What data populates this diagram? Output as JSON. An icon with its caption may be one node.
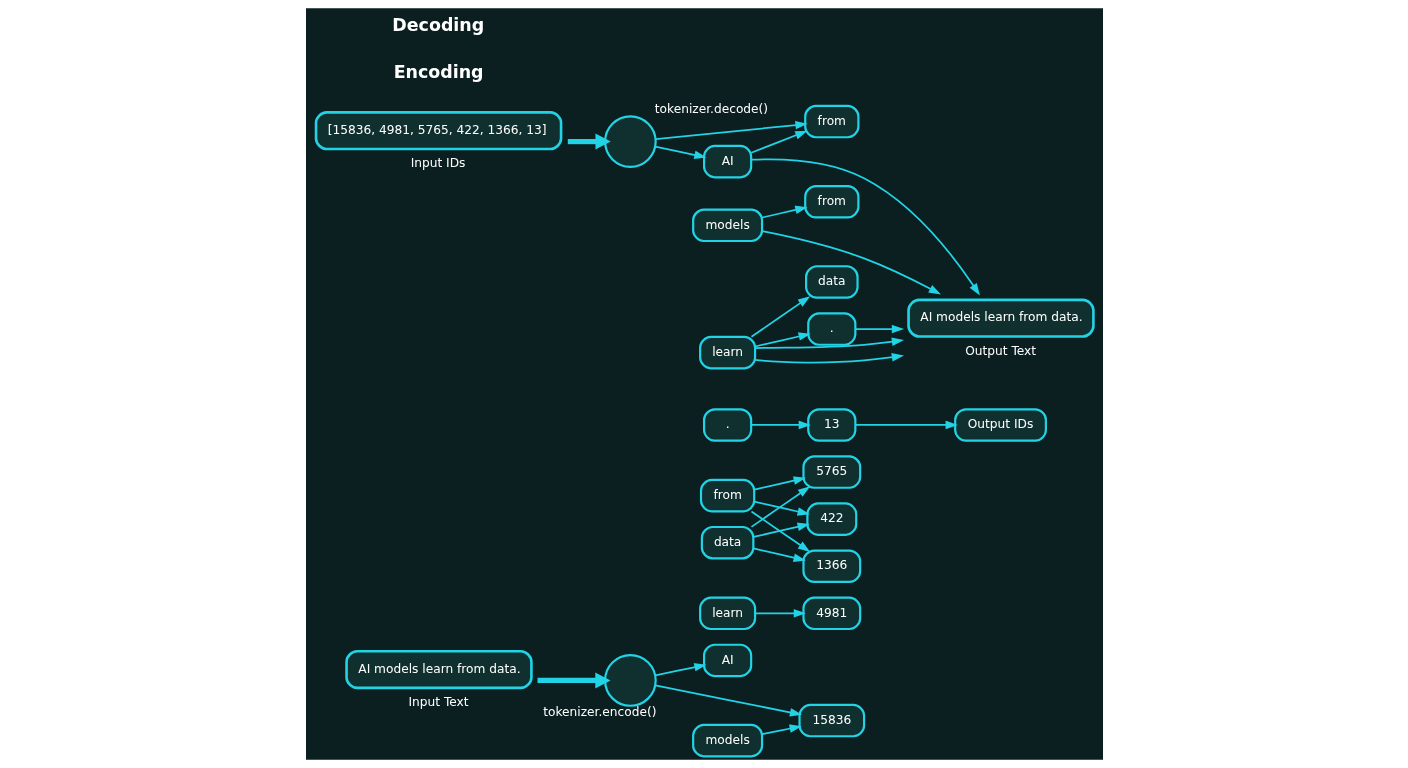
{
  "diagram": {
    "nodes": [
      {
        "text": [
          "AI models learn from data."
        ],
        "beside": [
          "Input Text"
        ]
      },
      {
        "text": [],
        "shape": "circle",
        "beside": [
          "tokenizer.encode()"
        ]
      },
      {
        "text": [
          "AI"
        ]
      },
      {
        "text": [
          "models"
        ]
      },
      {
        "text": [
          "learn"
        ]
      },
      {
        "text": [
          "from"
        ]
      },
      {
        "text": [
          "data"
        ]
      },
      {
        "text": [
          "."
        ]
      },
      {
        "text": [
          "15836"
        ]
      },
      {
        "text": [
          "4981"
        ]
      },
      {
        "text": [
          "5765"
        ]
      },
      {
        "text": [
          "422"
        ]
      },
      {
        "text": [
          "1366"
        ]
      },
      {
        "text": [
          "13"
        ]
      },
      {
        "text": [
          "Output IDs"
        ]
      },
      {
        "text": [
          "[15836, 4981, 5765, 422, 1366, 13]"
        ],
        "beside": [
          "Input IDs"
        ]
      },
      {
        "text": [],
        "shape": "circle",
        "beside": [
          "tokenizer.decode()"
        ]
      },
      {
        "text": [
          "AI"
        ]
      },
      {
        "text": [
          "models"
        ]
      },
      {
        "text": [
          "learn"
        ]
      },
      {
        "text": [
          "from"
        ]
      },
      {
        "text": [
          "from"
        ]
      },
      {
        "text": [
          "data"
        ]
      },
      {
        "text": [
          "."
        ]
      },
      {
        "text": [
          "AI models learn from data."
        ],
        "beside": [
          "Output Text"
        ]
      }
    ],
    "edges": [
      {
        "from": 0,
        "to": 1,
        "arrow": "to",
        "style": "thick"
      },
      {
        "from": 1,
        "to": 2,
        "arrow": "to"
      },
      {
        "from": 1,
        "to": 8,
        "arrow": "to"
      },
      {
        "from": 3,
        "to": 8,
        "arrow": "to"
      },
      {
        "from": 4,
        "to": 9,
        "arrow": "to"
      },
      {
        "from": 5,
        "to": 10,
        "arrow": "to"
      },
      {
        "from": 5,
        "to": 11,
        "arrow": "to"
      },
      {
        "from": 5,
        "to": 12,
        "arrow": "to"
      },
      {
        "from": 6,
        "to": 10,
        "arrow": "to"
      },
      {
        "from": 6,
        "to": 11,
        "arrow": "to"
      },
      {
        "from": 6,
        "to": 12,
        "arrow": "to"
      },
      {
        "from": 7,
        "to": 13,
        "arrow": "to"
      },
      {
        "from": 13,
        "to": 14,
        "arrow": "to"
      },
      {
        "from": 15,
        "to": 16,
        "arrow": "to",
        "style": "thick"
      },
      {
        "from": 16,
        "to": 17,
        "arrow": "to"
      },
      {
        "from": 16,
        "to": 20,
        "arrow": "to"
      },
      {
        "from": 17,
        "to": 20,
        "arrow": "to"
      },
      {
        "from": 18,
        "to": 21,
        "arrow": "to"
      },
      {
        "from": 19,
        "to": 22,
        "arrow": "to"
      },
      {
        "from": 19,
        "to": 23,
        "arrow": "to"
      },
      {
        "from": 17,
        "to": 24,
        "arrow": "to"
      },
      {
        "from": 18,
        "to": 24,
        "arrow": "to"
      },
      {
        "from": 19,
        "to": 24,
        "arrow": "to"
      },
      {
        "from": 19,
        "to": 24,
        "arrow": "to"
      },
      {
        "from": 23,
        "to": 24,
        "arrow": "to"
      }
    ],
    "labels": [
      "Encoding",
      "Decoding"
    ]
  }
}
